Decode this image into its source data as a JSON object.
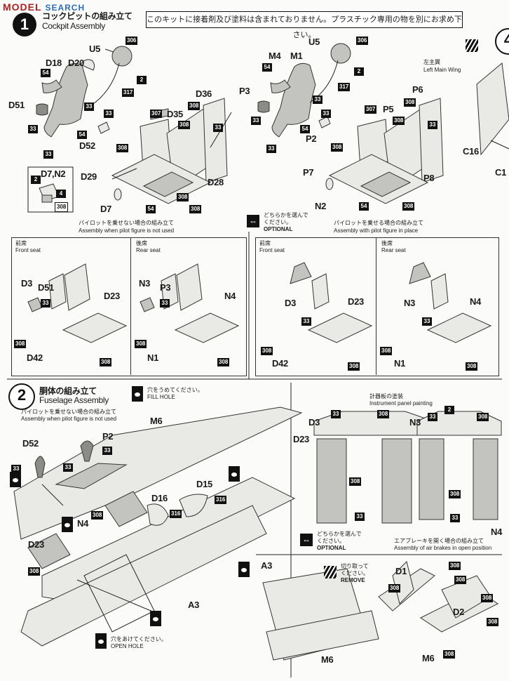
{
  "watermark": {
    "text": "MODEL",
    "sub": "SEARCH"
  },
  "notice": "このキットに接着剤及び塗料は含まれておりません。プラスチック専用の物を別にお求め下さい。",
  "step1": {
    "number": "1",
    "title_jp": "コックピットの組み立て",
    "title_en": "Cockpit Assembly"
  },
  "step4": {
    "number": "4",
    "wing_jp": "左主翼",
    "wing_en": "Left Main Wing"
  },
  "left_assy": {
    "parts": [
      "U5",
      "D18",
      "D20",
      "D51",
      "D52",
      "D35",
      "D36",
      "D29",
      "D28",
      "D7"
    ],
    "caption_jp": "パイロットを乗せない場合の組み立て",
    "caption_en": "Assembly when pilot figure is not used",
    "note": "D7,N2"
  },
  "right_assy": {
    "parts": [
      "U5",
      "M4",
      "M1",
      "P3",
      "P2",
      "P6",
      "P5",
      "P7",
      "P8",
      "N2",
      "C16",
      "C1"
    ],
    "caption_jp": "パイロットを乗せる場合の組み立て",
    "caption_en": "Assembly with pilot figure in place"
  },
  "optional": {
    "jp1": "どちらかを選んで",
    "jp2": "ください。",
    "en": "OPTIONAL"
  },
  "panels": [
    {
      "jp": "前席",
      "en": "Front seat",
      "parts": [
        "D3",
        "D51",
        "D23",
        "D42"
      ]
    },
    {
      "jp": "後席",
      "en": "Rear seat",
      "parts": [
        "N3",
        "P3",
        "N4",
        "N1"
      ]
    },
    {
      "jp": "前席",
      "en": "Front seat",
      "parts": [
        "D3",
        "D23",
        "D42"
      ]
    },
    {
      "jp": "後席",
      "en": "Rear seat",
      "parts": [
        "N3",
        "N4",
        "N1"
      ]
    }
  ],
  "step2": {
    "number": "2",
    "title_jp": "胴体の組み立て",
    "title_en": "Fuselage Assembly",
    "caption_jp": "パイロットを乗せない場合の組み立て",
    "caption_en": "Assembly when pilot figure is not used",
    "parts": [
      "D52",
      "P2",
      "M6",
      "N4",
      "D16",
      "D15",
      "D23",
      "A3"
    ]
  },
  "fill_hole": {
    "jp": "穴をうめてください。",
    "en": "FILL HOLE"
  },
  "open_hole": {
    "jp": "穴をあけてください。",
    "en": "OPEN HOLE"
  },
  "instrument": {
    "jp": "計器板の塗装",
    "en": "Instrument panel painting",
    "parts": [
      "D3",
      "D23",
      "N3",
      "N4"
    ]
  },
  "airbrake": {
    "jp": "エアブレーキを開く場合の組み立て",
    "en": "Assembly of air brakes in open position",
    "parts": [
      "A3",
      "M6",
      "D1",
      "D2",
      "M6"
    ]
  },
  "cut_off": {
    "jp": "切り取って",
    "jp2": "ください。",
    "en": "REMOVE"
  },
  "colors": [
    "33",
    "54",
    "306",
    "307",
    "308",
    "316",
    "317",
    "2",
    "4"
  ]
}
